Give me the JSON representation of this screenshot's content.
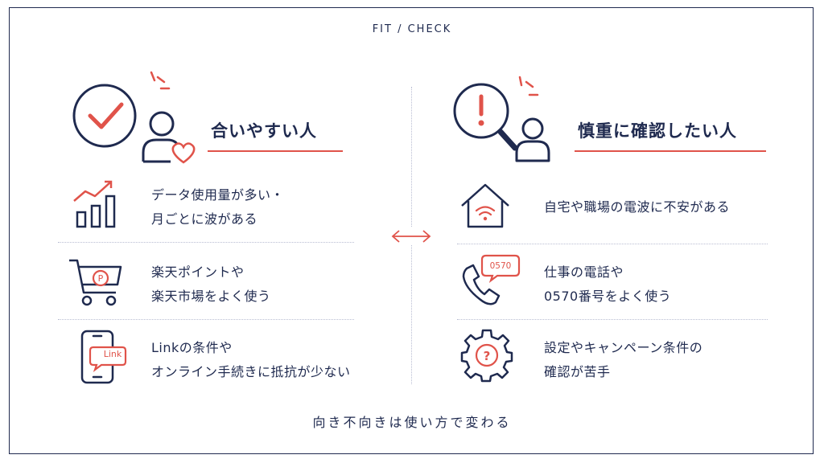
{
  "header": {
    "label": "FIT / CHECK"
  },
  "left": {
    "title": "合いやすい人",
    "items": [
      {
        "line1": "データ使用量が多い・",
        "line2": "月ごとに波がある",
        "icon": "bar-chart-up-icon"
      },
      {
        "line1": "楽天ポイントや",
        "line2": "楽天市場をよく使う",
        "icon": "shopping-cart-points-icon"
      },
      {
        "line1": "Linkの条件や",
        "line2": "オンライン手続きに抵抗が少ない",
        "icon": "smartphone-link-icon",
        "badge": "Link"
      }
    ]
  },
  "right": {
    "title": "慎重に確認したい人",
    "items": [
      {
        "line1": "自宅や職場の電波に不安がある",
        "line2": "",
        "icon": "house-wifi-icon"
      },
      {
        "line1": "仕事の電話や",
        "line2": "0570番号をよく使う",
        "icon": "phone-0570-icon",
        "badge": "0570"
      },
      {
        "line1": "設定やキャンペーン条件の",
        "line2": "確認が苦手",
        "icon": "gear-question-icon"
      }
    ]
  },
  "footer": {
    "text": "向き不向きは使い方で変わる"
  },
  "colors": {
    "navy": "#1f2a4f",
    "accent": "#e0534a",
    "divider": "#b9bdd3"
  }
}
